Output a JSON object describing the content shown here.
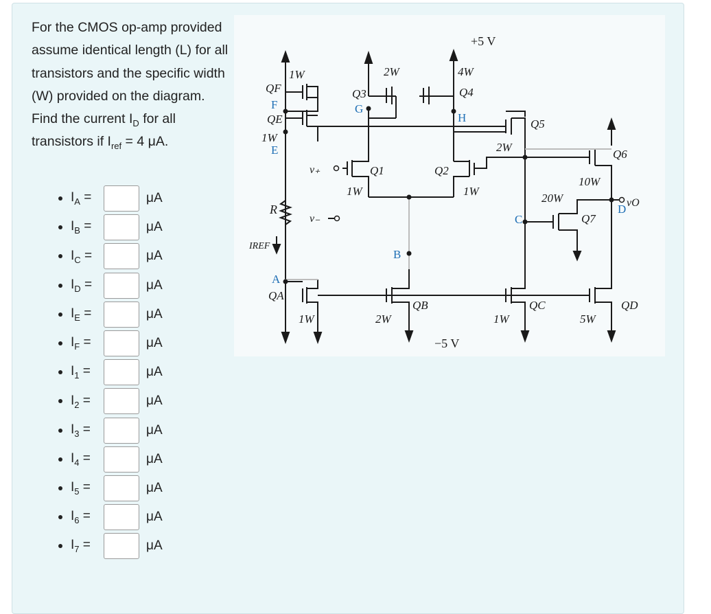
{
  "question": {
    "text_1": "For the CMOS op-amp provided assume identical length (L) for all transistors and the specific width (W) provided on the diagram. Find the current I",
    "sub_D": "D",
    "text_2": " for all transistors if I",
    "sub_ref": "ref",
    "text_3": " = 4 μA."
  },
  "answers": [
    {
      "prefix": "I",
      "sub": "A",
      "eq": " =",
      "value": "",
      "unit": "μA"
    },
    {
      "prefix": "I",
      "sub": "B",
      "eq": " =",
      "value": "",
      "unit": "μA"
    },
    {
      "prefix": "I",
      "sub": "C",
      "eq": " =",
      "value": "",
      "unit": "μA"
    },
    {
      "prefix": "I",
      "sub": "D",
      "eq": " =",
      "value": "",
      "unit": "μA"
    },
    {
      "prefix": "I",
      "sub": "E",
      "eq": " =",
      "value": "",
      "unit": "μA"
    },
    {
      "prefix": "I",
      "sub": "F",
      "eq": " =",
      "value": "",
      "unit": "μA"
    },
    {
      "prefix": "I",
      "sub": "1",
      "eq": " =",
      "value": "",
      "unit": "μA"
    },
    {
      "prefix": "I",
      "sub": "2",
      "eq": " =",
      "value": "",
      "unit": "μA"
    },
    {
      "prefix": "I",
      "sub": "3",
      "eq": " =",
      "value": "",
      "unit": "μA"
    },
    {
      "prefix": "I",
      "sub": "4",
      "eq": " =",
      "value": "",
      "unit": "μA"
    },
    {
      "prefix": "I",
      "sub": "5",
      "eq": " =",
      "value": "",
      "unit": "μA"
    },
    {
      "prefix": "I",
      "sub": "6",
      "eq": " =",
      "value": "",
      "unit": "μA"
    },
    {
      "prefix": "I",
      "sub": "7",
      "eq": " =",
      "value": "",
      "unit": "μA"
    }
  ],
  "diagram": {
    "vdd": "+5 V",
    "vss": "−5 V",
    "vplus": "v₊",
    "vminus": "v₋",
    "vo": "vO",
    "iref": "IREF",
    "res": "R",
    "nodes": {
      "A": "A",
      "B": "B",
      "C": "C",
      "D": "D",
      "E": "E",
      "F": "F",
      "G": "G",
      "H": "H"
    },
    "transistors": {
      "QF": "QF",
      "QE": "QE",
      "Q3": "Q3",
      "Q4": "Q4",
      "Q5": "Q5",
      "Q6": "Q6",
      "Q7": "Q7",
      "Q1": "Q1",
      "Q2": "Q2",
      "QA": "QA",
      "QB": "QB",
      "QC": "QC",
      "QD": "QD"
    },
    "widths": {
      "QF": "1W",
      "QE": "1W",
      "Q3": "2W",
      "Q4": "4W",
      "Q5": "2W",
      "Q6": "10W",
      "Q7": "20W",
      "Q1": "1W",
      "Q2": "1W",
      "QA": "1W",
      "QB": "2W",
      "QC": "1W",
      "QD": "5W"
    },
    "colors": {
      "wire": "#1a1a1a",
      "node_label": "#1f6fb5",
      "grid": "#bcbcbc"
    }
  }
}
